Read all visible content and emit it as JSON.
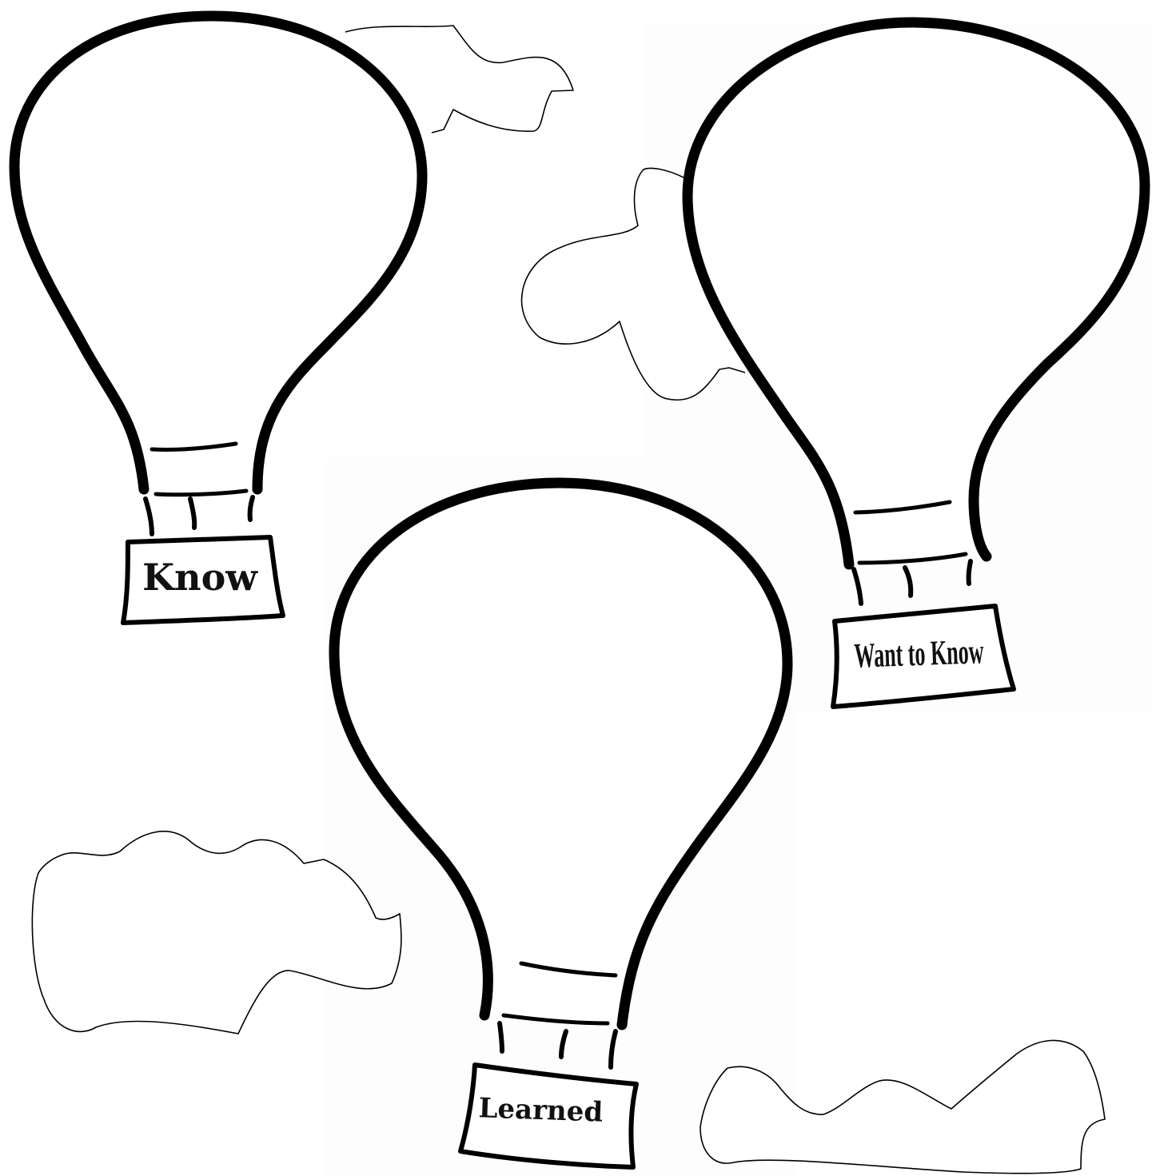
{
  "balloons": [
    {
      "label": "Know"
    },
    {
      "label": "Want to Know"
    },
    {
      "label": "Learned"
    }
  ],
  "colors": {
    "outline": "#000000",
    "background": "#ffffff"
  }
}
